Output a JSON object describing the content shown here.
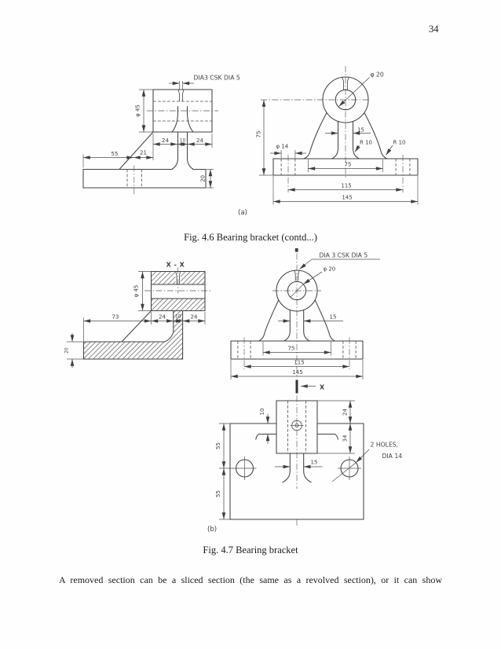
{
  "page": {
    "number": "34"
  },
  "body": {
    "text": "A removed section can be a sliced section (the same as a revolved section), or it can show"
  },
  "fig46": {
    "caption": "Fig. 4.6 Bearing bracket (contd...)",
    "sublabel": "(a)",
    "side": {
      "csk_note": "DIA3 CSK DIA 5",
      "dia_boss": "φ 45",
      "d24l": "24",
      "d10": "10",
      "d24r": "24",
      "d55": "55",
      "d21": "21",
      "d20": "20"
    },
    "front": {
      "dia_bore": "φ 20",
      "d75v": "75",
      "d15": "15",
      "dia_hole": "φ 14",
      "r10_left": "R 10",
      "r10_right": "R 10",
      "d75": "75",
      "d115": "115",
      "d145": "145"
    }
  },
  "fig47": {
    "caption": "Fig. 4.7 Bearing bracket",
    "sublabel": "(b)",
    "section": {
      "title": "X - X",
      "dia_boss": "φ 45",
      "d73": "73",
      "d24l": "24",
      "d10": "10",
      "d24r": "24",
      "d20": "20"
    },
    "front": {
      "csk_note": "DIA 3 CSK DIA 5",
      "dia_bore": "φ 20",
      "d15": "15",
      "d75": "75",
      "d115": "115",
      "d145": "145",
      "x_label": "X"
    },
    "plan": {
      "d10": "10",
      "d24": "24",
      "d34": "34",
      "d55a": "55",
      "d55b": "55",
      "d15": "15",
      "holes_line1": "2 HOLES,",
      "holes_line2": "DIA 14"
    }
  }
}
